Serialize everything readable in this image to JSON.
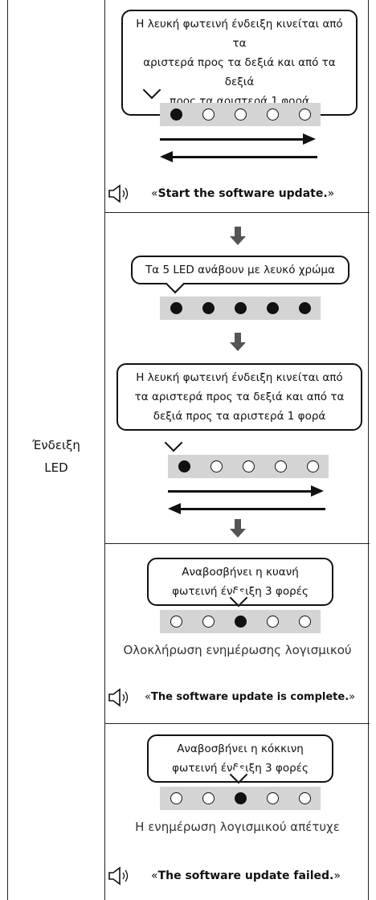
{
  "row_label": {
    "line1": "Ένδειξη",
    "line2": "LED"
  },
  "section1": {
    "bubble": [
      "Η λευκή φωτεινή ένδειξη κινείται από τα",
      "αριστερά προς τα δεξιά και από τα δεξιά",
      "προς τα αριστερά 1 φορά"
    ],
    "leds": [
      true,
      false,
      false,
      false,
      false
    ],
    "voice_open": "«",
    "voice_text": "Start the software update.",
    "voice_close": "»"
  },
  "section2": {
    "bubble_a": "Τα 5 LED ανάβουν με λευκό χρώμα",
    "leds_a": [
      true,
      true,
      true,
      true,
      true
    ],
    "bubble_b": [
      "Η λευκή φωτεινή ένδειξη κινείται από",
      "τα αριστερά προς τα δεξιά και από τα",
      "δεξιά προς τα αριστερά 1 φορά"
    ],
    "leds_b": [
      true,
      false,
      false,
      false,
      false
    ]
  },
  "section3": {
    "bubble": [
      "Αναβοσβήνει η κυανή",
      "φωτεινή ένδειξη 3 φορές"
    ],
    "leds": [
      false,
      false,
      true,
      false,
      false
    ],
    "status": "Ολοκλήρωση ενημέρωσης λογισμικού",
    "voice_open": "«",
    "voice_text": "The software update is complete.",
    "voice_close": "»"
  },
  "section4": {
    "bubble": [
      "Αναβοσβήνει η κόκκινη",
      "φωτεινή ένδειξη 3 φορές"
    ],
    "leds": [
      false,
      false,
      true,
      false,
      false
    ],
    "status": "Η ενημέρωση λογισμικού απέτυχε",
    "voice_open": "«",
    "voice_text": "The software update failed.",
    "voice_close": "»"
  }
}
